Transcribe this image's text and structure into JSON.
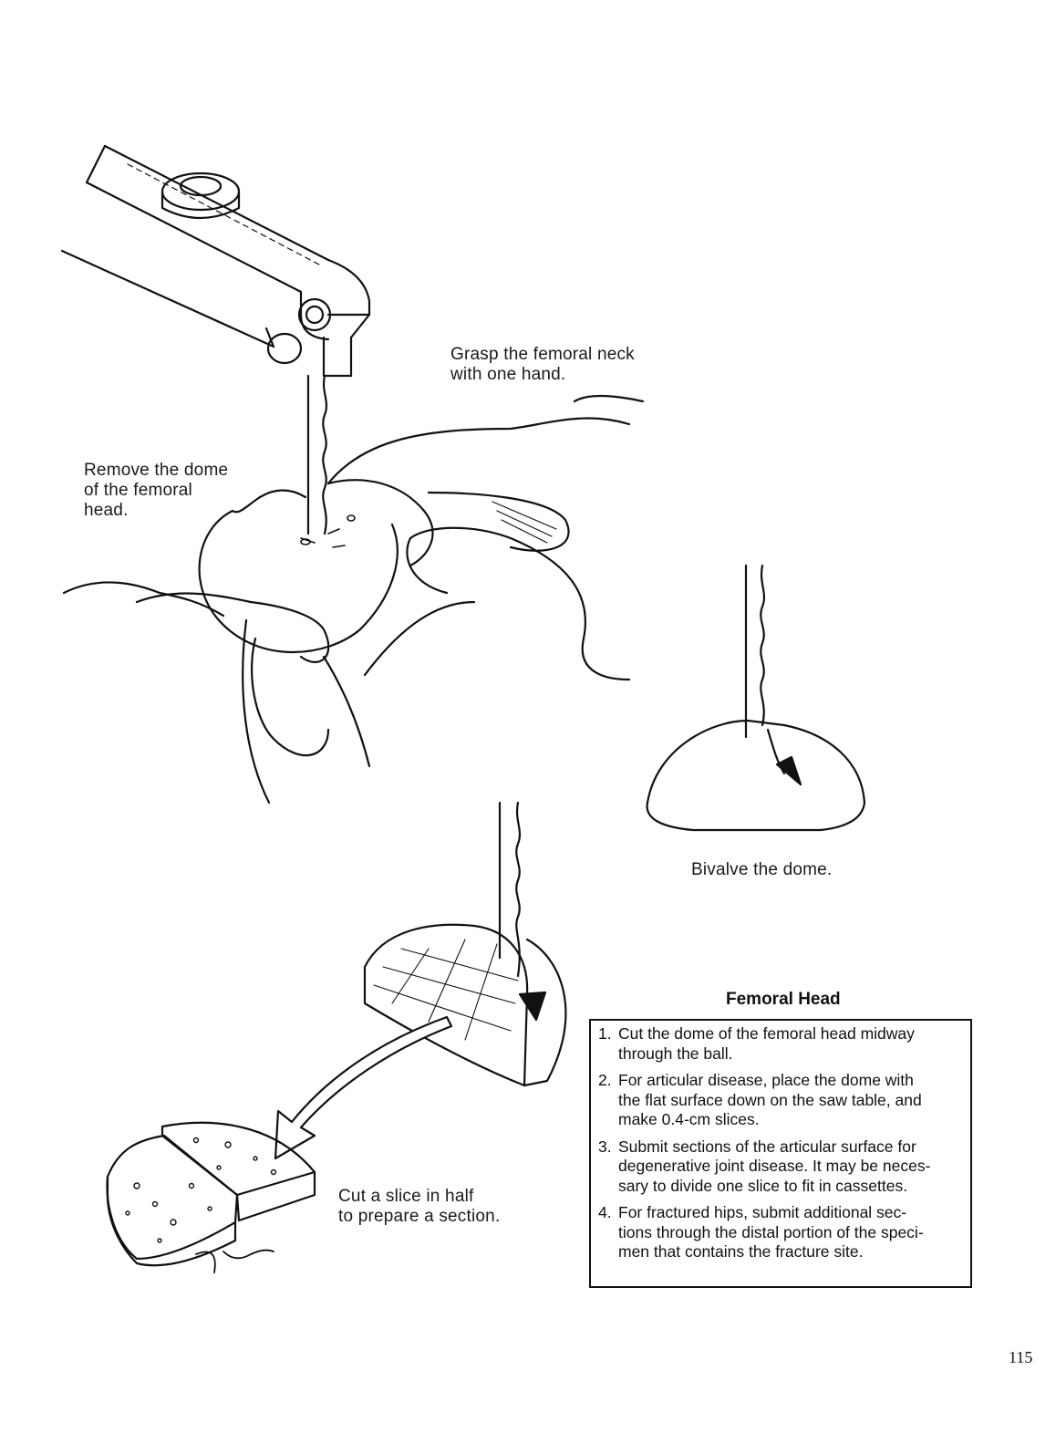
{
  "labels": {
    "remove_dome": [
      "Remove the dome",
      "of the femoral",
      "head."
    ],
    "grasp_neck": [
      "Grasp the femoral neck",
      "with one hand."
    ],
    "bivalve": "Bivalve the dome.",
    "cut_slice": [
      "Cut a slice in half",
      "to prepare a section."
    ]
  },
  "box": {
    "title": "Femoral Head",
    "steps": [
      {
        "num": "1.",
        "lines": [
          "Cut the dome of the femoral head midway",
          "through the ball."
        ]
      },
      {
        "num": "2.",
        "lines": [
          "For articular disease, place the dome with",
          "the flat surface down on the saw table, and",
          "make 0.4-cm slices."
        ]
      },
      {
        "num": "3.",
        "lines": [
          "Submit sections of the articular surface for",
          "degenerative joint disease. It may be neces-",
          "sary to divide one slice to fit in cassettes."
        ]
      },
      {
        "num": "4.",
        "lines": [
          "For fractured hips, submit additional sec-",
          "tions through the distal portion of the speci-",
          "men that contains the fracture site."
        ]
      }
    ]
  },
  "page_number": "115",
  "colors": {
    "ink": "#111111",
    "paper": "#ffffff"
  }
}
